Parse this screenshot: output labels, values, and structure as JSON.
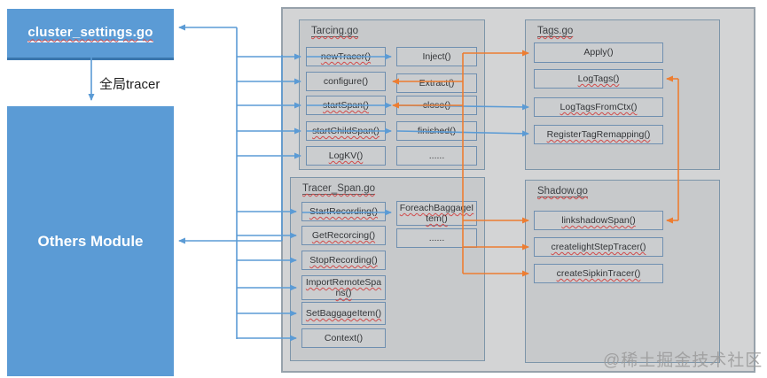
{
  "left_panel": {
    "cluster_box_label": "cluster_settings.go",
    "tracer_arrow_label": "全局tracer",
    "others_box_label": "Others Module"
  },
  "groups": {
    "tracing": {
      "title": "Tarcing.go",
      "functions": [
        "newTracer()",
        "configure()",
        "startSpan()",
        "startChildSpan()",
        "LogKV()"
      ],
      "span_ops": [
        "Inject()",
        "Extract()",
        "close()",
        "finished()",
        "......"
      ]
    },
    "tags": {
      "title": "Tags.go",
      "functions": [
        "Apply()",
        "LogTags()",
        "LogTagsFromCtx()",
        "RegisterTagRemapping()"
      ]
    },
    "tracer_span": {
      "title": "Tracer_Span.go",
      "functions": [
        "StartRecording()",
        "GetRecorcing()",
        "StopRecording()",
        "ImportRemoteSpans()",
        "SetBaggageItem()",
        "Context()"
      ],
      "span_ops": [
        "ForeachBaggageItem()",
        "......"
      ]
    },
    "shadow": {
      "title": "Shadow.go",
      "functions": [
        "linkshadowSpan()",
        "createlightStepTracer()",
        "createSipkinTracer()"
      ]
    }
  },
  "watermark": "@稀土掘金技术社区",
  "colors": {
    "accent_blue": "#5b9bd5",
    "accent_orange": "#ed7d31",
    "box_gray": "#cbcdcf",
    "panel_gray": "#d3d4d5"
  }
}
